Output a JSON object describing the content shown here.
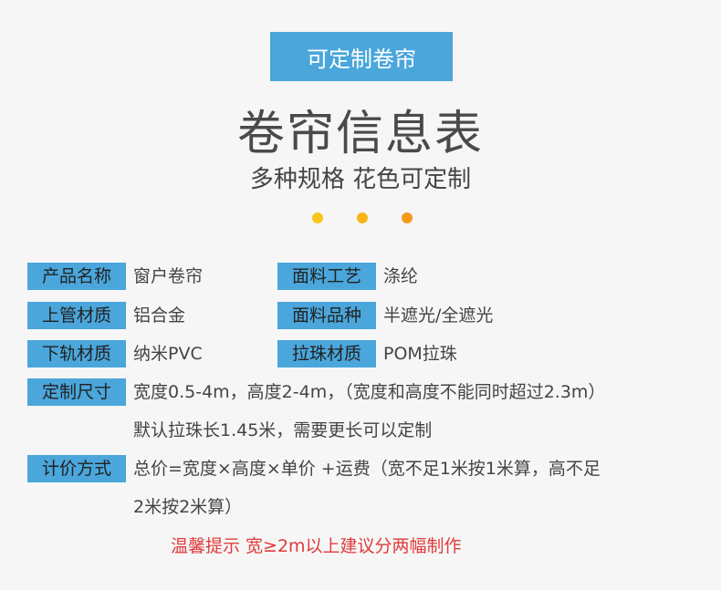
{
  "badge": "可定制卷帘",
  "title": "卷帘信息表",
  "subtitle": "多种规格 花色可定制",
  "rows": {
    "product_name": {
      "label": "产品名称",
      "value": "窗户卷帘"
    },
    "fabric_process": {
      "label": "面料工艺",
      "value": "涤纶"
    },
    "upper_tube": {
      "label": "上管材质",
      "value": "铝合金"
    },
    "fabric_type": {
      "label": "面料品种",
      "value": "半遮光/全遮光"
    },
    "lower_rail": {
      "label": "下轨材质",
      "value": "纳米PVC"
    },
    "bead_material": {
      "label": "拉珠材质",
      "value": "POM拉珠"
    },
    "custom_size": {
      "label": "定制尺寸",
      "line1": "宽度0.5-4m，高度2-4m，（宽度和高度不能同时超过2.3m）",
      "line2": "默认拉珠长1.45米，需要更长可以定制"
    },
    "pricing": {
      "label": "计价方式",
      "line1": "总价=宽度×高度×单价 +运费（宽不足1米按1米算，高不足",
      "line2": "2米按2米算）"
    }
  },
  "tip": "温馨提示   宽≥2m以上建议分两幅制作",
  "colors": {
    "accent": "#4aa6db",
    "tip": "#e03c3c",
    "dot1": "#f8c51a",
    "dot2": "#f8b516",
    "dot3": "#f39a1b"
  }
}
